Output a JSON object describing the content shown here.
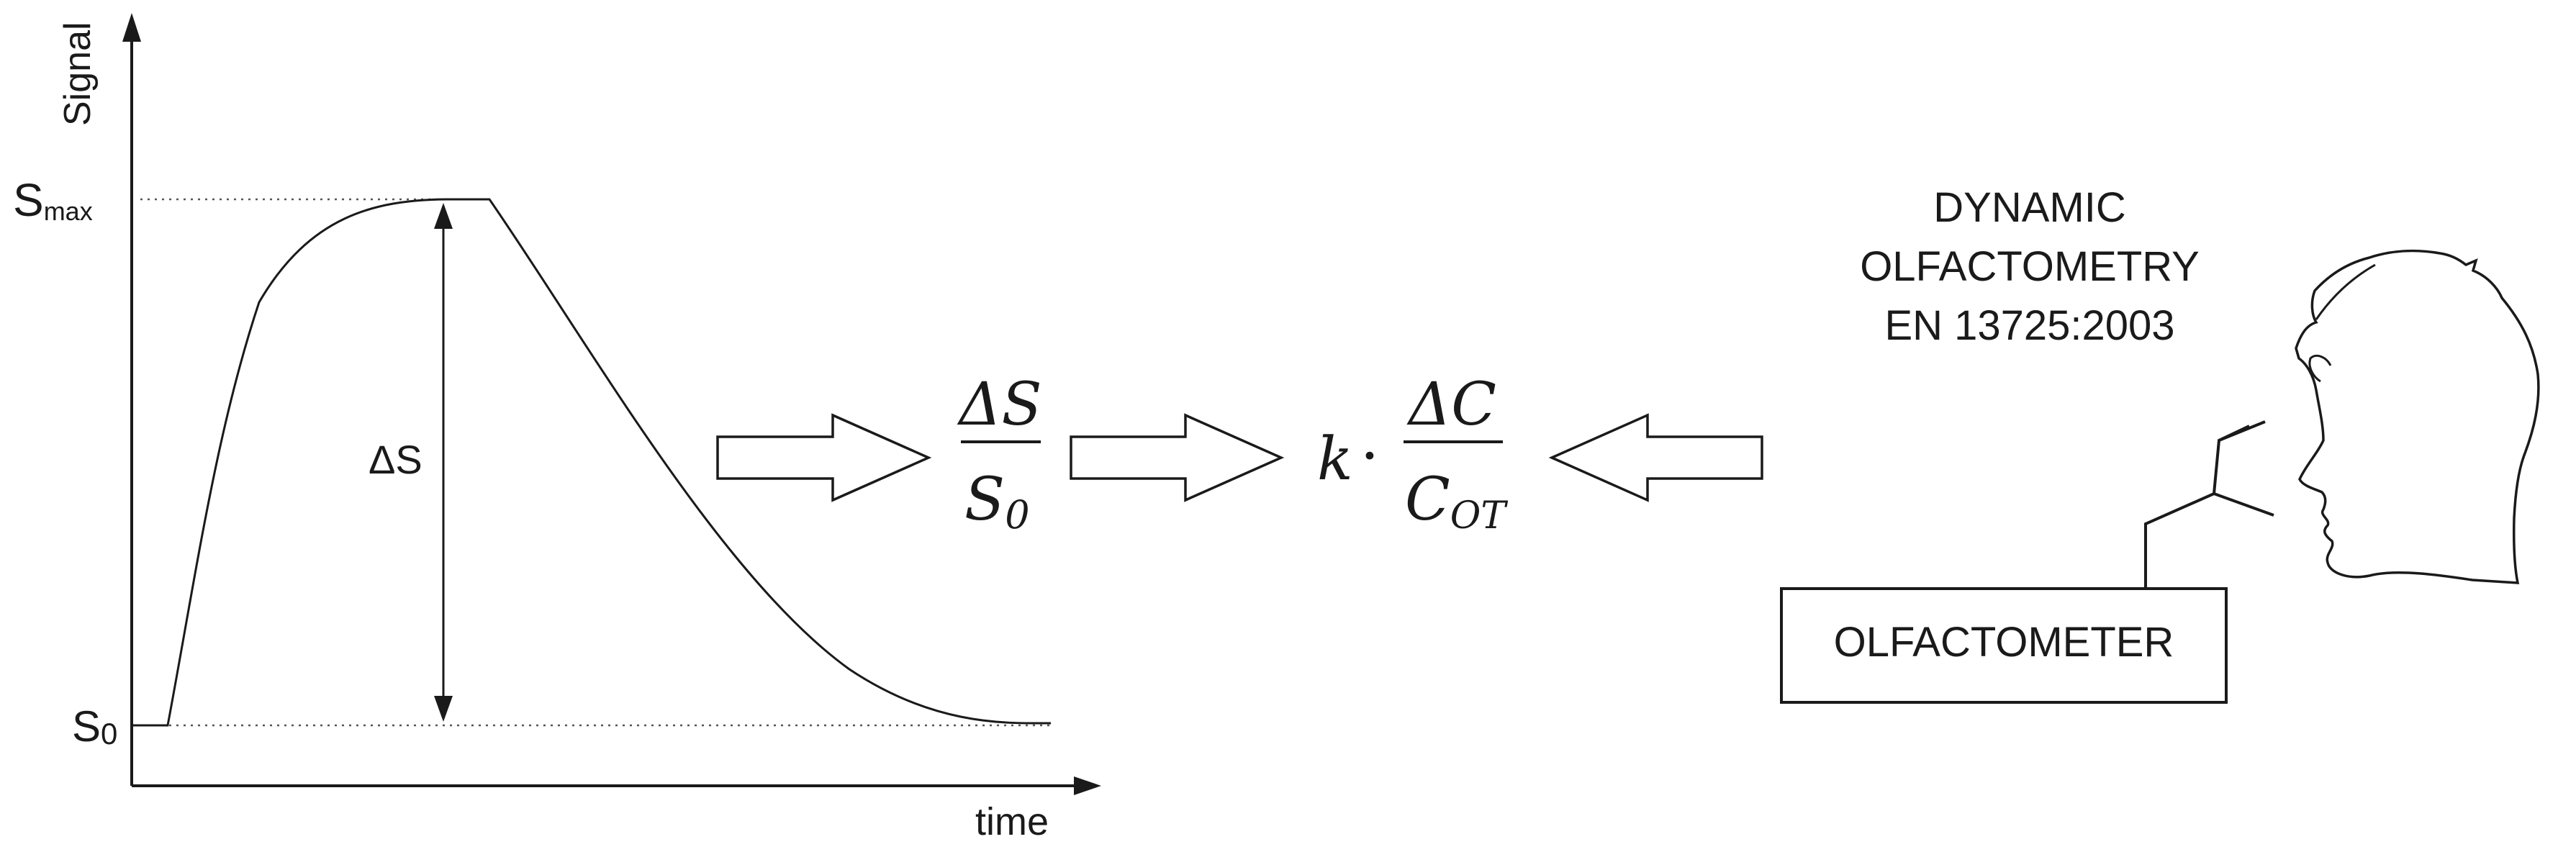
{
  "graph": {
    "y_axis_label": "Signal",
    "x_axis_label": "time",
    "s_max_main": "S",
    "s_max_sub": "max",
    "s0_main": "S",
    "s0_sub": "0",
    "delta_label": "ΔS"
  },
  "formula_left": {
    "numerator": "ΔS",
    "denominator_main": "S",
    "denominator_sub": "0"
  },
  "formula_right": {
    "k": "k",
    "dot": "·",
    "numerator": "ΔC",
    "denominator_main": "C",
    "denominator_sub": "OT"
  },
  "olfactometry": {
    "title_line1": "DYNAMIC",
    "title_line2": "OLFACTOMETRY",
    "title_line3": "EN 13725:2003",
    "device_label": "OLFACTOMETER"
  }
}
